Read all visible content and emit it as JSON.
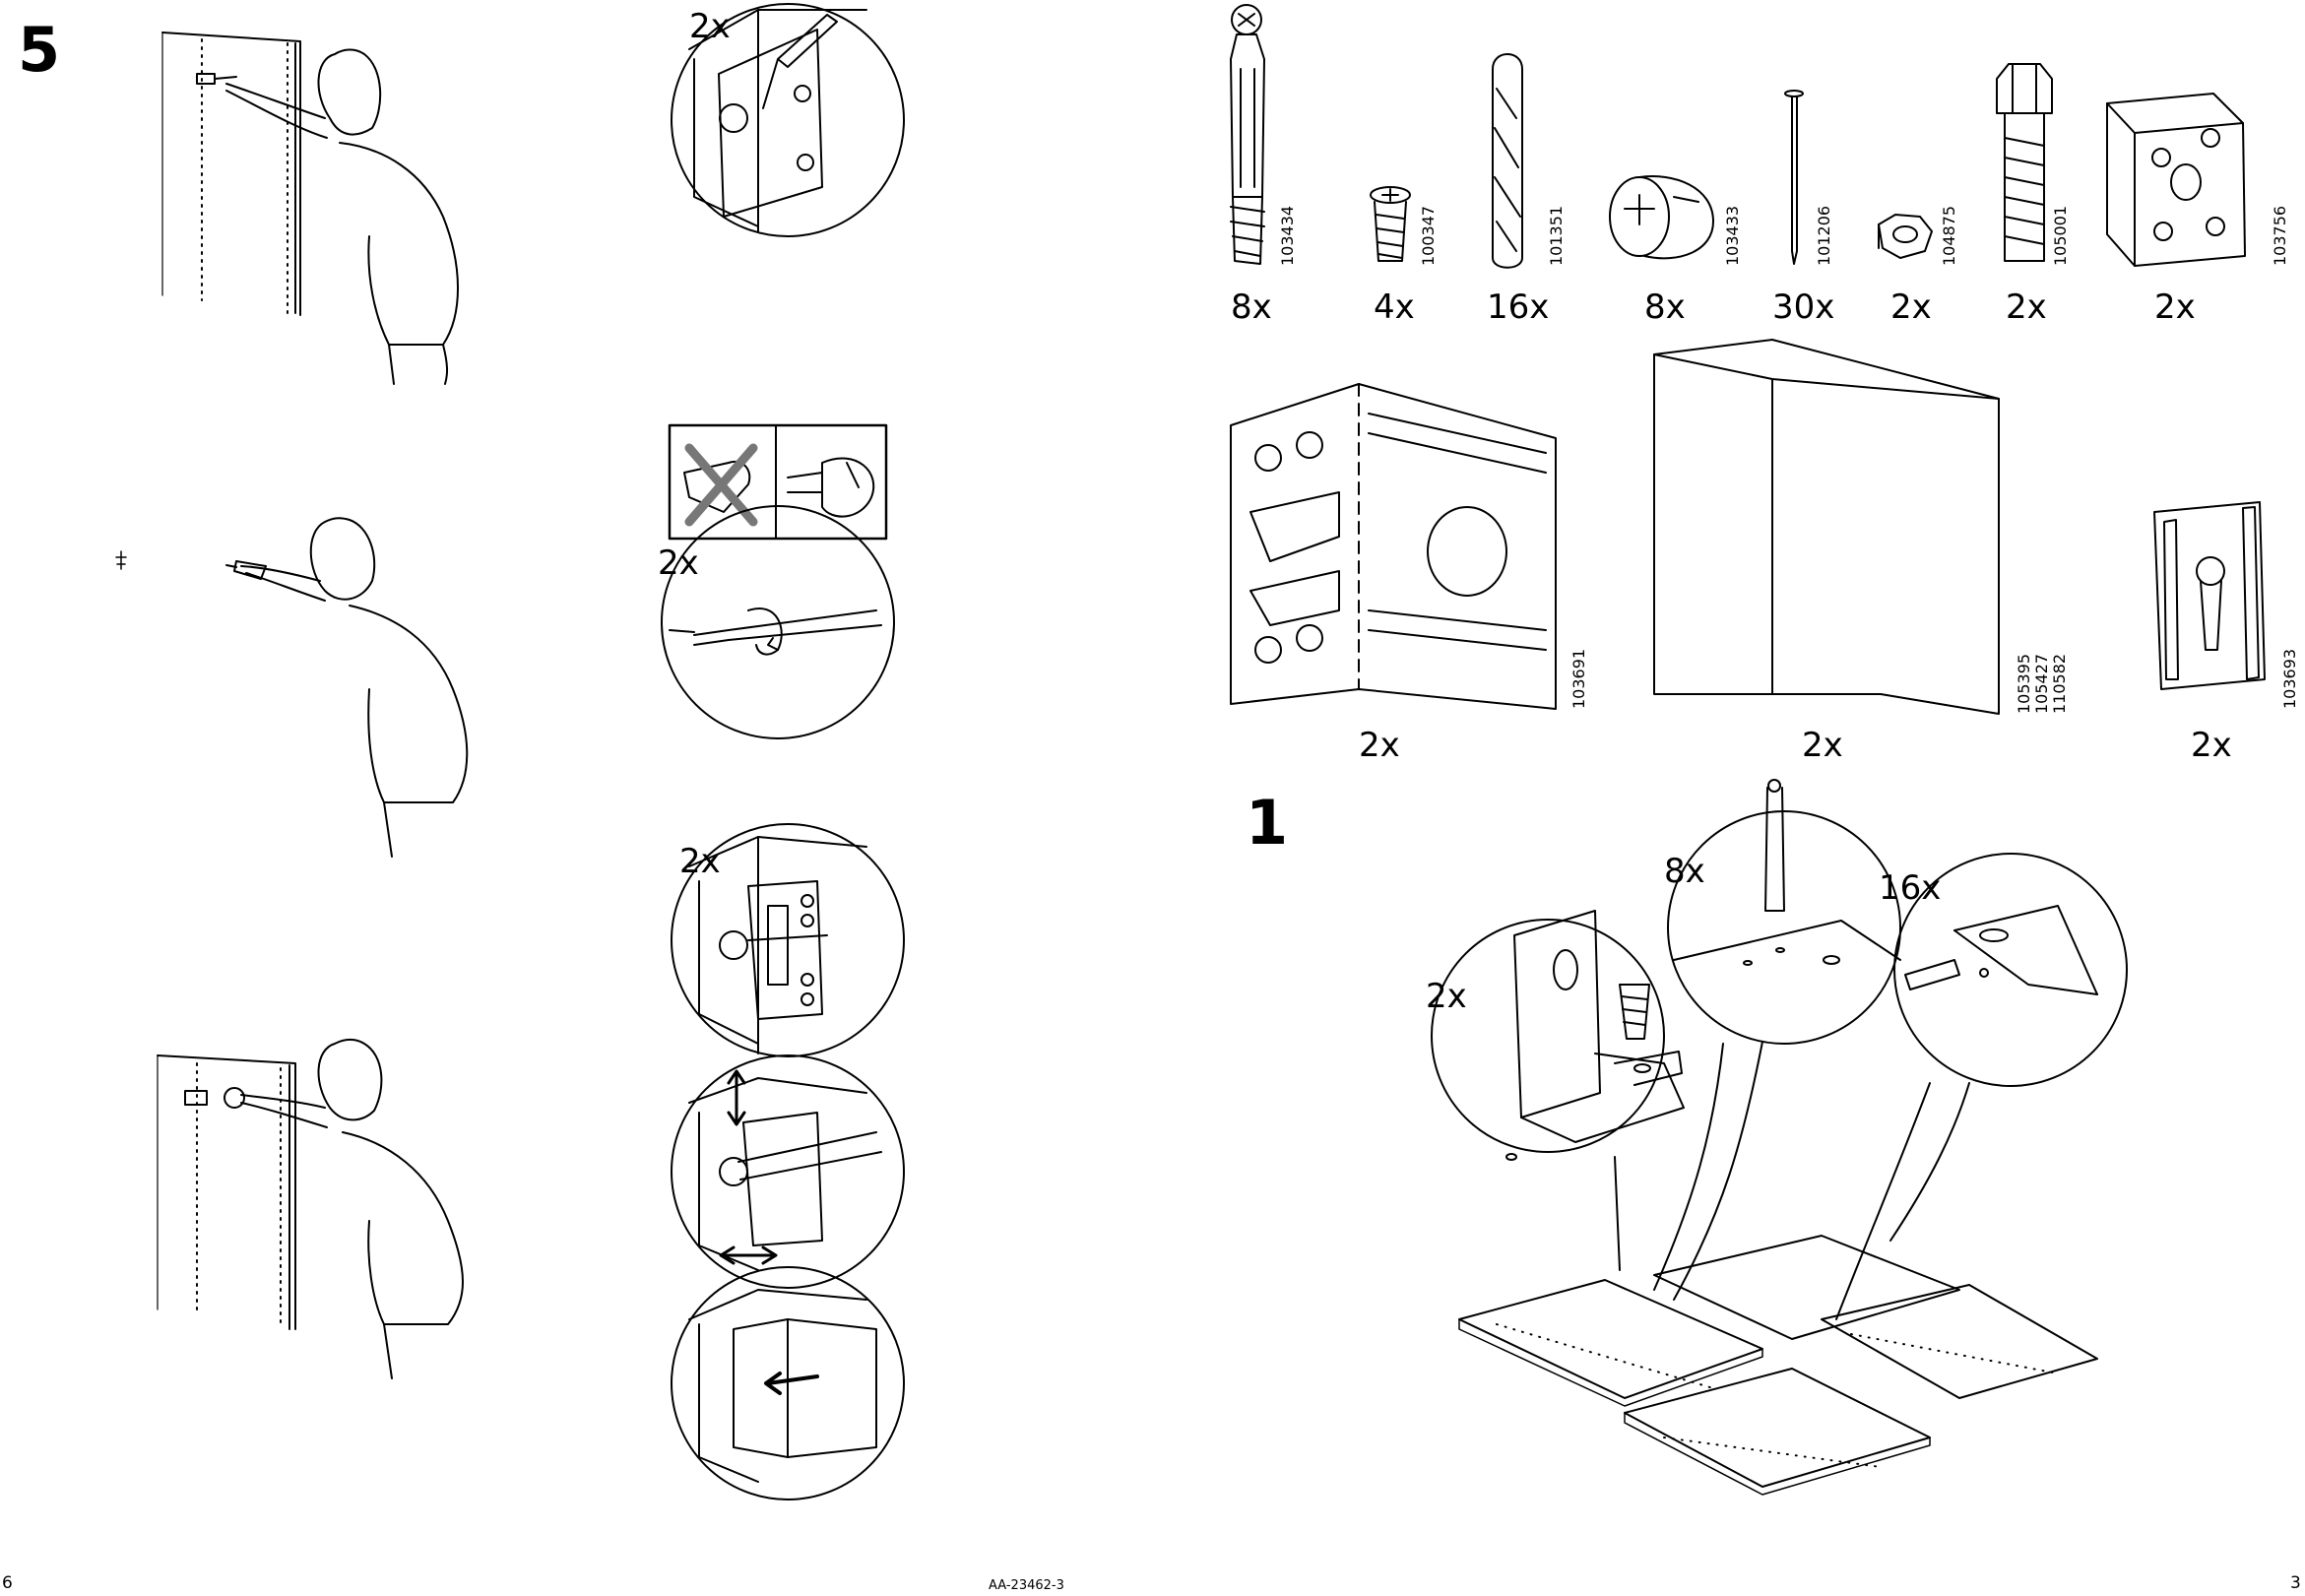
{
  "left_page": {
    "step_number": "5",
    "detail_quantities": {
      "q1": "2x",
      "q2": "2x",
      "q3": "2x"
    },
    "page_number": "6",
    "doc_code": "AA-23462-3"
  },
  "right_page": {
    "parts": [
      {
        "code": "103434",
        "qty": "8x"
      },
      {
        "code": "100347",
        "qty": "4x"
      },
      {
        "code": "101351",
        "qty": "16x"
      },
      {
        "code": "103433",
        "qty": "8x"
      },
      {
        "code": "101206",
        "qty": "30x"
      },
      {
        "code": "104875",
        "qty": "2x"
      },
      {
        "code": "105001",
        "qty": "2x"
      },
      {
        "code": "103756",
        "qty": "2x"
      },
      {
        "code": "103691",
        "qty": "2x"
      },
      {
        "code": "105395",
        "code2": "105427",
        "code3": "110582",
        "qty": "2x"
      },
      {
        "code": "103693",
        "qty": "2x"
      }
    ],
    "step_number": "1",
    "step_quantities": {
      "q8": "8x",
      "q16": "16x",
      "q2": "2x"
    },
    "page_number": "3"
  }
}
